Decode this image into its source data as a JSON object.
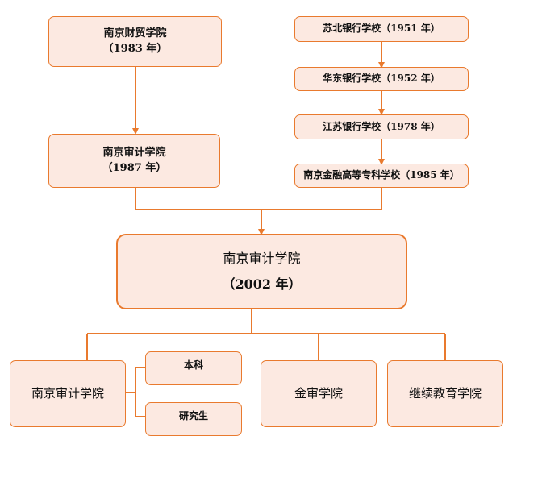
{
  "colors": {
    "border": "#e97a2e",
    "fill": "#fce9e1",
    "line": "#e97a2e"
  },
  "origins": {
    "caimao": {
      "name": "南京财贸学院",
      "year": "（1983 年）"
    },
    "shenji1987": {
      "name": "南京审计学院",
      "year": "（1987 年）"
    },
    "subei": {
      "name": "苏北银行学校（1951 年）"
    },
    "huadong": {
      "name": "华东银行学校（1952 年）"
    },
    "jiangsu": {
      "name": "江苏银行学校（1978 年）"
    },
    "jinrong": {
      "name": "南京金融高等专科学校（1985 年）"
    }
  },
  "main": {
    "name": "南京审计学院",
    "year": "（2002 年）"
  },
  "divisions": {
    "shenji": {
      "name": "南京审计学院",
      "sub": [
        "本科",
        "研究生"
      ]
    },
    "jinshen": {
      "name": "金审学院"
    },
    "jixu": {
      "name": "继续教育学院"
    }
  }
}
